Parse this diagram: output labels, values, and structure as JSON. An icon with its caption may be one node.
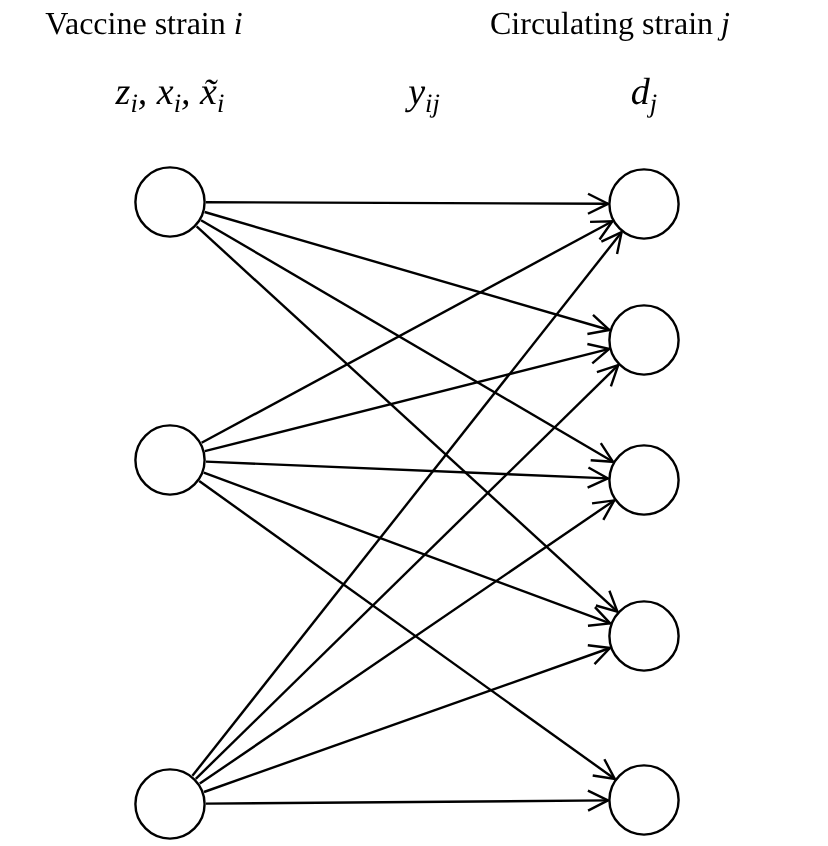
{
  "diagram": {
    "nodes": [
      {
        "text": [],
        "shape": "circle"
      },
      {
        "text": [],
        "shape": "circle"
      },
      {
        "text": [],
        "shape": "circle"
      },
      {
        "text": [],
        "shape": "circle"
      },
      {
        "text": [],
        "shape": "circle"
      },
      {
        "text": [],
        "shape": "circle"
      },
      {
        "text": [],
        "shape": "circle"
      },
      {
        "text": [],
        "shape": "circle"
      }
    ],
    "edges": [
      {
        "from": 0,
        "to": 3,
        "arrow": "to"
      },
      {
        "from": 0,
        "to": 4,
        "arrow": "to"
      },
      {
        "from": 0,
        "to": 5,
        "arrow": "to"
      },
      {
        "from": 0,
        "to": 6,
        "arrow": "to"
      },
      {
        "from": 1,
        "to": 3,
        "arrow": "to"
      },
      {
        "from": 1,
        "to": 4,
        "arrow": "to"
      },
      {
        "from": 1,
        "to": 5,
        "arrow": "to"
      },
      {
        "from": 1,
        "to": 6,
        "arrow": "to"
      },
      {
        "from": 1,
        "to": 7,
        "arrow": "to"
      },
      {
        "from": 2,
        "to": 3,
        "arrow": "to"
      },
      {
        "from": 2,
        "to": 4,
        "arrow": "to"
      },
      {
        "from": 2,
        "to": 5,
        "arrow": "to"
      },
      {
        "from": 2,
        "to": 6,
        "arrow": "to"
      },
      {
        "from": 2,
        "to": 7,
        "arrow": "to"
      }
    ],
    "labels": [
      "Vaccine strain *i*",
      "Circulating strain *j*",
      "z$_{i}$, x$_{i}$, x̃$_{i}$",
      "y$_{ij}$",
      "d$_{j}$"
    ]
  }
}
